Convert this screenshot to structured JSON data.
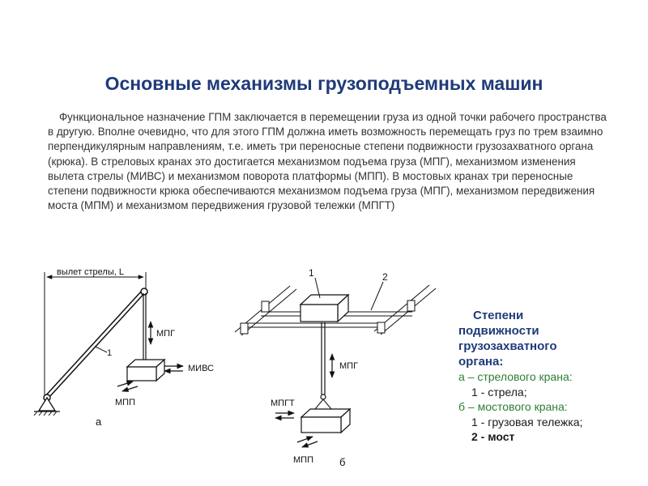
{
  "title": "Основные механизмы грузоподъемных машин",
  "paragraph": "Функциональное назначение ГПМ заключается в перемещении груза из одной точки рабочего пространства в другую. Вполне очевидно, что для этого ГПМ должна иметь возможность перемещать груз по трем взаимно перпендикулярным направлениям, т.е. иметь три переносные степени подвижности грузозахватного органа (крюка). В стреловых кранах это достигается механизмом подъема груза (МПГ), механизмом изменения вылета стрелы (МИВС) и механизмом поворота платформы (МПП). В мостовых кранах три переносные степени подвижности крюка обеспечиваются механизмом подъема груза (МПГ), механизмом передвижения моста (МПМ) и механизмом передвижения грузовой тележки (МПГТ)",
  "diagram_a": {
    "reach_label": "вылет стрелы, L",
    "boom_number": "1",
    "mpg": "МПГ",
    "mivs": "МИВС",
    "mpp": "МПП",
    "caption": "а"
  },
  "diagram_b": {
    "trolley_number": "1",
    "bridge_number": "2",
    "mpg": "МПГ",
    "mpgt": "МПГТ",
    "mpp": "МПП",
    "caption": "б"
  },
  "legend": {
    "heading_1": "Степени",
    "heading_2": "подвижности",
    "heading_3": "грузозахватного",
    "heading_4": "органа:",
    "a_line": "а – стрелового крана:",
    "a_item": "1 - стрела;",
    "b_line": "б – мостового крана:",
    "b_item_1": "1 - грузовая тележка;",
    "b_item_2": "2 - мост"
  }
}
